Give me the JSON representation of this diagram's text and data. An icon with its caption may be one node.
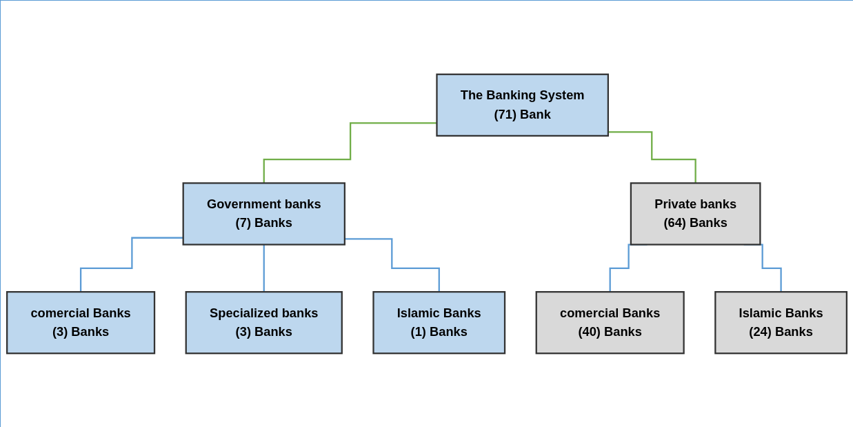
{
  "diagram": {
    "nodes": [
      {
        "text": [
          "The Banking System",
          "(71) Bank"
        ]
      },
      {
        "text": [
          "Government banks",
          "(7) Banks"
        ]
      },
      {
        "text": [
          "Private banks",
          "(64) Banks"
        ]
      },
      {
        "text": [
          "comercial Banks",
          "(3) Banks"
        ]
      },
      {
        "text": [
          "Specialized banks",
          "(3) Banks"
        ]
      },
      {
        "text": [
          "Islamic Banks",
          "(1) Banks"
        ]
      },
      {
        "text": [
          "comercial Banks",
          "(40) Banks"
        ]
      },
      {
        "text": [
          "Islamic Banks",
          "(24) Banks"
        ]
      }
    ],
    "edges": [
      {
        "from": 0,
        "to": 1,
        "arrow": "none",
        "color": "#70ad47"
      },
      {
        "from": 0,
        "to": 2,
        "arrow": "none",
        "color": "#70ad47"
      },
      {
        "from": 1,
        "to": 3,
        "arrow": "none"
      },
      {
        "from": 1,
        "to": 4,
        "arrow": "none"
      },
      {
        "from": 1,
        "to": 5,
        "arrow": "none"
      },
      {
        "from": 2,
        "to": 6,
        "arrow": "none"
      },
      {
        "from": 2,
        "to": 7,
        "arrow": "none"
      }
    ]
  }
}
